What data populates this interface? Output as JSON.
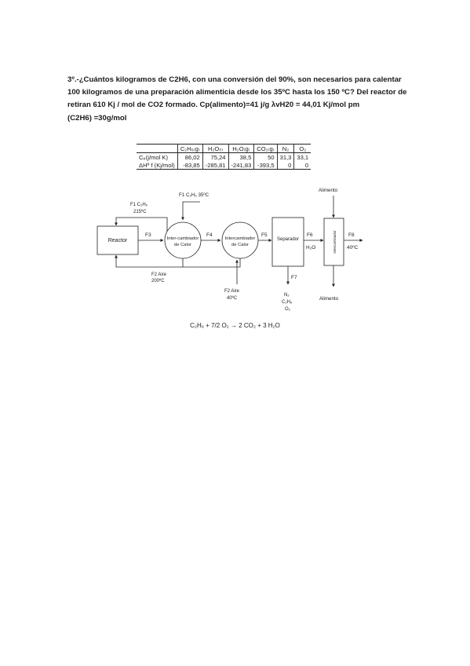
{
  "problem": {
    "lines": [
      "3º.-¿Cuántos kilogramos de C2H6, con una conversión del 90%, son necesarios para calentar",
      "100 kilogramos de una preparación alimenticia desde los 35ºC hasta los 150 ºC? Del reactor de",
      "retiran 610 Kj / mol de CO2 formado. Cp(alimento)=41 j/g λvH20 = 44,01 Kj/mol pm",
      "(C2H6) =30g/mol"
    ]
  },
  "table": {
    "headers": [
      "",
      "C₂H₆₍g₎",
      "H₂O₍ₗ₎",
      "H₂O₍g₎",
      "CO₂₍g₎",
      "N₂",
      "O₂"
    ],
    "rows": [
      [
        "Cₚ(j/mol K)",
        "86,02",
        "75,24",
        "38,5",
        "50",
        "31,3",
        "33,1"
      ],
      [
        "ΔHº f (Kj/mol)",
        "-83,85",
        "-285,81",
        "-241,83",
        "-393,5",
        "0",
        "0"
      ]
    ]
  },
  "diagram": {
    "reactor": "Reactor",
    "hx1": [
      "Inter-cambiador",
      "de Calor"
    ],
    "hx2": [
      "Intercambiador",
      "de Calor"
    ],
    "separator": "Separador",
    "product_exchanger": "Intercambiador",
    "f1_top": "F1 C₂H₆ 35ºC",
    "f1_left": [
      "F1 C₂H₆",
      "215ºC"
    ],
    "f2_return": [
      "F2 Aire",
      "200ºC"
    ],
    "f2_in": [
      "F2 Aire",
      "40ºC"
    ],
    "f3": "F3",
    "f4": "F4",
    "f5": "F5",
    "f6": "F6",
    "f6_comp": "H₂O",
    "f7": "F7",
    "f7_comp": [
      "N₂",
      "C₂H₆",
      "O₂"
    ],
    "f8": "F8",
    "f8_temp": "40ºC",
    "food_in": "Alimento",
    "food_out": "Alimento"
  },
  "equation": "C₂H₆ + 7/2 O₂ → 2 CO₂ + 3 H₂O"
}
